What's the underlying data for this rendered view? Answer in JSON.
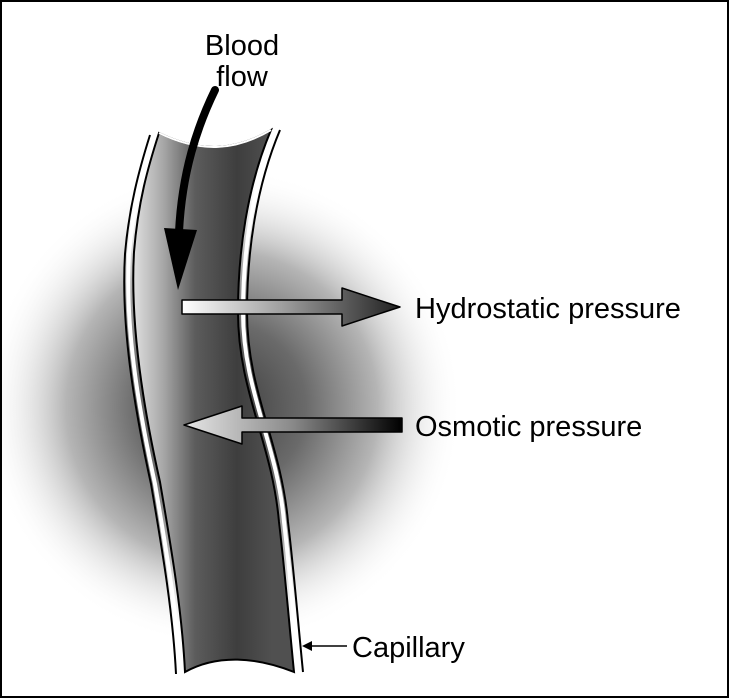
{
  "labels": {
    "blood_flow_line1": "Blood",
    "blood_flow_line2": "flow",
    "hydrostatic": "Hydrostatic pressure",
    "osmotic": "Osmotic pressure",
    "capillary": "Capillary"
  },
  "colors": {
    "frame_border": "#000000",
    "halo_center": "#3a3a3a",
    "vessel_outer": "#3c3c3c",
    "vessel_inner_highlight": "#d8d8d8",
    "vessel_wall": "#ffffff",
    "text": "#000000"
  },
  "icons": {
    "blood_flow": "curved-arrow-down-icon",
    "hydrostatic": "arrow-right-icon",
    "osmotic": "arrow-left-icon",
    "capillary_pointer": "arrow-left-icon"
  }
}
